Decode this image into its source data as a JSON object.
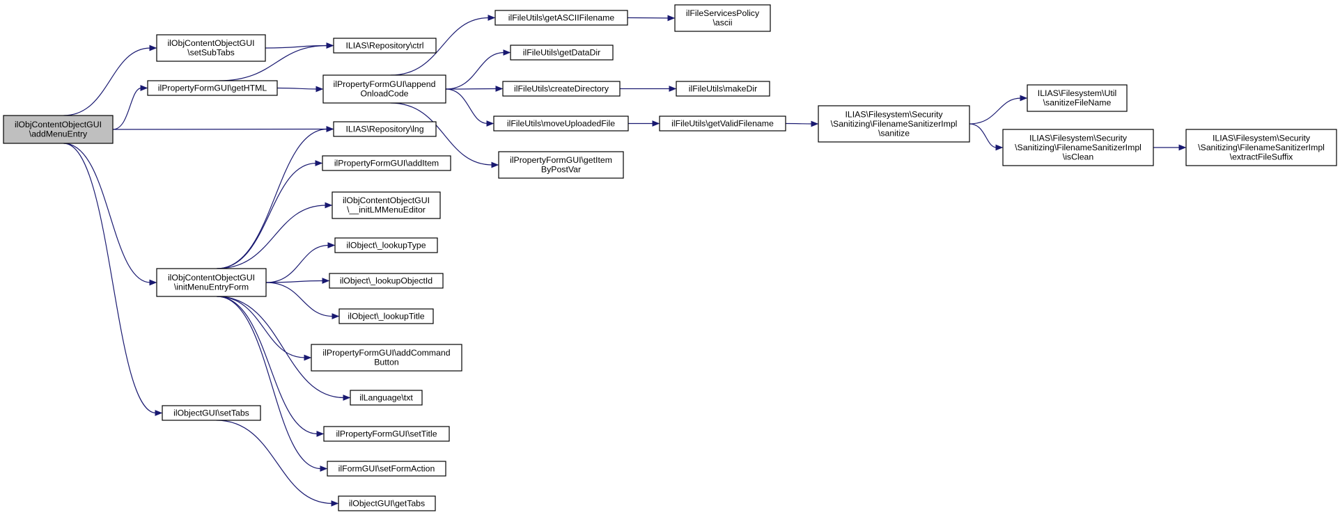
{
  "diagram": {
    "type": "call-graph",
    "colors": {
      "edge": "#191970",
      "node_border": "#000000",
      "root_fill": "#bfbfbf",
      "node_fill": "#ffffff"
    },
    "nodes": [
      {
        "id": "root",
        "root": true,
        "lines": [
          "ilObjContentObjectGUI",
          "\\addMenuEntry"
        ]
      },
      {
        "id": "setSubTabs",
        "lines": [
          "ilObjContentObjectGUI",
          "\\setSubTabs"
        ]
      },
      {
        "id": "getHTML",
        "lines": [
          "ilPropertyFormGUI\\getHTML"
        ]
      },
      {
        "id": "initMenuEntryForm",
        "lines": [
          "ilObjContentObjectGUI",
          "\\initMenuEntryForm"
        ]
      },
      {
        "id": "setTabs",
        "lines": [
          "ilObjectGUI\\setTabs"
        ]
      },
      {
        "id": "ctrl",
        "lines": [
          "ILIAS\\Repository\\ctrl"
        ]
      },
      {
        "id": "appendOnload",
        "lines": [
          "ilPropertyFormGUI\\append",
          "OnloadCode"
        ]
      },
      {
        "id": "lng",
        "lines": [
          "ILIAS\\Repository\\lng"
        ]
      },
      {
        "id": "addItem",
        "lines": [
          "ilPropertyFormGUI\\addItem"
        ]
      },
      {
        "id": "initLMMenuEditor",
        "lines": [
          "ilObjContentObjectGUI",
          "\\__initLMMenuEditor"
        ]
      },
      {
        "id": "lookupType",
        "lines": [
          "ilObject\\_lookupType"
        ]
      },
      {
        "id": "lookupObjectId",
        "lines": [
          "ilObject\\_lookupObjectId"
        ]
      },
      {
        "id": "lookupTitle",
        "lines": [
          "ilObject\\_lookupTitle"
        ]
      },
      {
        "id": "addCommandButton",
        "lines": [
          "ilPropertyFormGUI\\addCommand",
          "Button"
        ]
      },
      {
        "id": "txt",
        "lines": [
          "ilLanguage\\txt"
        ]
      },
      {
        "id": "setTitle",
        "lines": [
          "ilPropertyFormGUI\\setTitle"
        ]
      },
      {
        "id": "setFormAction",
        "lines": [
          "ilFormGUI\\setFormAction"
        ]
      },
      {
        "id": "getTabs",
        "lines": [
          "ilObjectGUI\\getTabs"
        ]
      },
      {
        "id": "getASCIIFilename",
        "lines": [
          "ilFileUtils\\getASCIIFilename"
        ]
      },
      {
        "id": "getDataDir",
        "lines": [
          "ilFileUtils\\getDataDir"
        ]
      },
      {
        "id": "createDirectory",
        "lines": [
          "ilFileUtils\\createDirectory"
        ]
      },
      {
        "id": "moveUploadedFile",
        "lines": [
          "ilFileUtils\\moveUploadedFile"
        ]
      },
      {
        "id": "getItemByPostVar",
        "lines": [
          "ilPropertyFormGUI\\getItem",
          "ByPostVar"
        ]
      },
      {
        "id": "ascii",
        "lines": [
          "ilFileServicesPolicy",
          "\\ascii"
        ]
      },
      {
        "id": "makeDir",
        "lines": [
          "ilFileUtils\\makeDir"
        ]
      },
      {
        "id": "getValidFilename",
        "lines": [
          "ilFileUtils\\getValidFilename"
        ]
      },
      {
        "id": "sanitize",
        "lines": [
          "ILIAS\\Filesystem\\Security",
          "\\Sanitizing\\FilenameSanitizerImpl",
          "\\sanitize"
        ]
      },
      {
        "id": "sanitizeFileName",
        "lines": [
          "ILIAS\\Filesystem\\Util",
          "\\sanitizeFileName"
        ]
      },
      {
        "id": "isClean",
        "lines": [
          "ILIAS\\Filesystem\\Security",
          "\\Sanitizing\\FilenameSanitizerImpl",
          "\\isClean"
        ]
      },
      {
        "id": "extractFileSuffix",
        "lines": [
          "ILIAS\\Filesystem\\Security",
          "\\Sanitizing\\FilenameSanitizerImpl",
          "\\extractFileSuffix"
        ]
      }
    ],
    "edges": [
      [
        "root",
        "setSubTabs"
      ],
      [
        "root",
        "getHTML"
      ],
      [
        "root",
        "lng"
      ],
      [
        "root",
        "initMenuEntryForm"
      ],
      [
        "root",
        "setTabs"
      ],
      [
        "setSubTabs",
        "ctrl"
      ],
      [
        "getHTML",
        "ctrl"
      ],
      [
        "getHTML",
        "appendOnload"
      ],
      [
        "appendOnload",
        "getASCIIFilename"
      ],
      [
        "appendOnload",
        "getDataDir"
      ],
      [
        "appendOnload",
        "createDirectory"
      ],
      [
        "appendOnload",
        "moveUploadedFile"
      ],
      [
        "appendOnload",
        "getItemByPostVar"
      ],
      [
        "getASCIIFilename",
        "ascii"
      ],
      [
        "createDirectory",
        "makeDir"
      ],
      [
        "moveUploadedFile",
        "getValidFilename"
      ],
      [
        "getValidFilename",
        "sanitize"
      ],
      [
        "sanitize",
        "sanitizeFileName"
      ],
      [
        "sanitize",
        "isClean"
      ],
      [
        "isClean",
        "extractFileSuffix"
      ],
      [
        "initMenuEntryForm",
        "lng"
      ],
      [
        "initMenuEntryForm",
        "addItem"
      ],
      [
        "initMenuEntryForm",
        "initLMMenuEditor"
      ],
      [
        "initMenuEntryForm",
        "lookupType"
      ],
      [
        "initMenuEntryForm",
        "lookupObjectId"
      ],
      [
        "initMenuEntryForm",
        "lookupTitle"
      ],
      [
        "initMenuEntryForm",
        "addCommandButton"
      ],
      [
        "initMenuEntryForm",
        "txt"
      ],
      [
        "initMenuEntryForm",
        "setTitle"
      ],
      [
        "initMenuEntryForm",
        "setFormAction"
      ],
      [
        "setTabs",
        "getTabs"
      ]
    ]
  }
}
